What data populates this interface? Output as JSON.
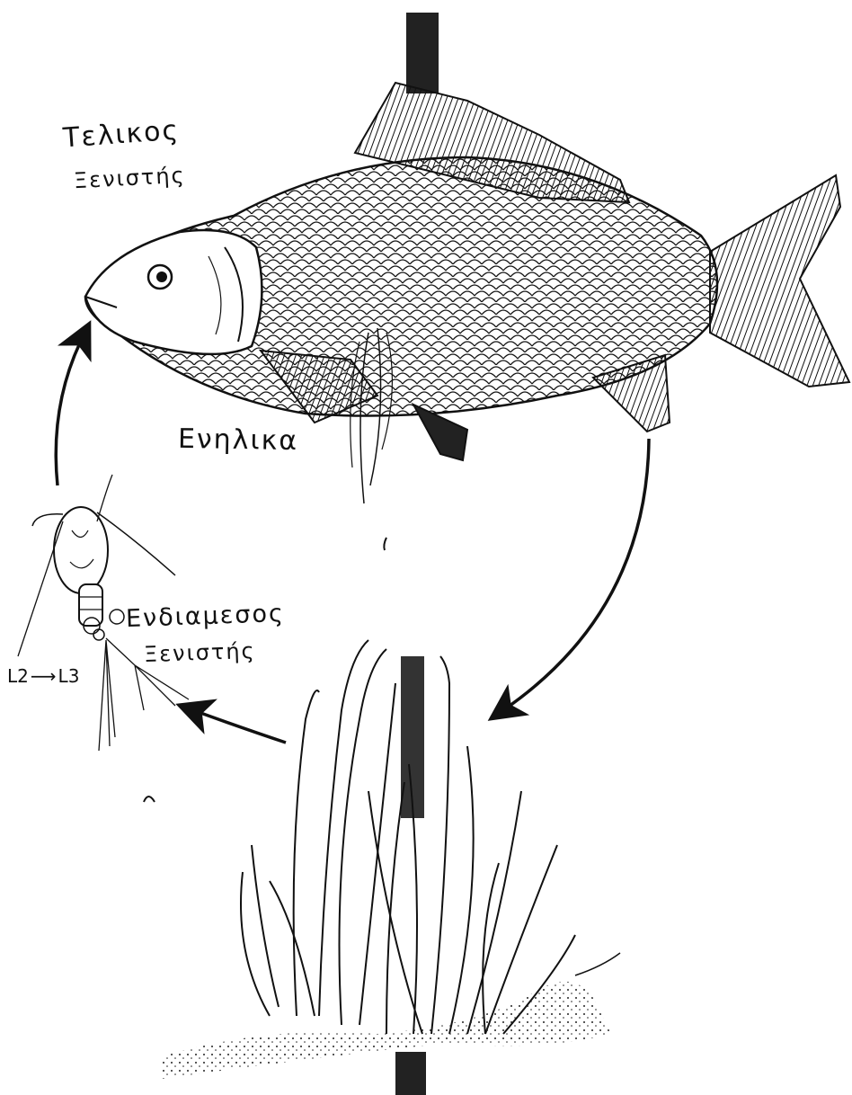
{
  "labels": {
    "final_host_line1": "Τελικος",
    "final_host_line2": "Ξενιστής",
    "adult": "Ενηλικα",
    "intermediate_host_line1": "Ενδιαμεσος",
    "intermediate_host_line2": "Ξενιστής",
    "stage_from": "L2",
    "stage_to": "L3"
  },
  "colors": {
    "ink": "#111111",
    "paper": "#ffffff"
  }
}
